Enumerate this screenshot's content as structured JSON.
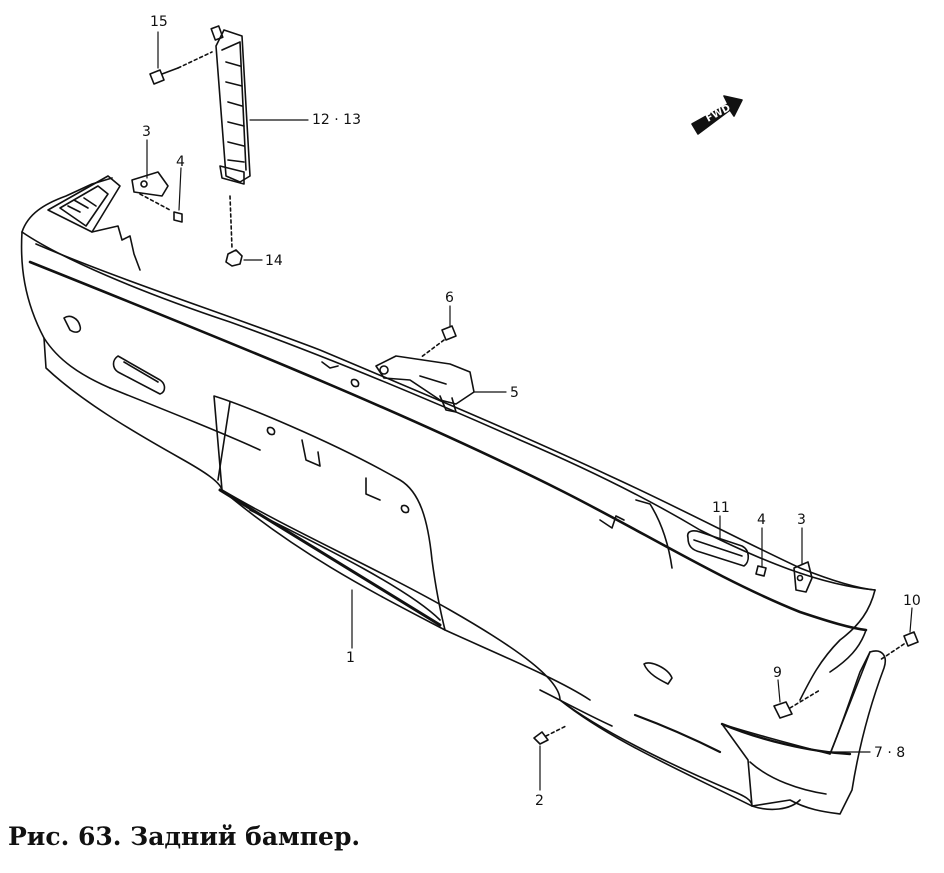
{
  "caption": "Рис. 63. Задний бампер.",
  "forward_marker": "FWD",
  "callouts": {
    "c15": "15",
    "c12_13": "12 · 13",
    "c14": "14",
    "c3_left": "3",
    "c4_left": "4",
    "c6": "6",
    "c5": "5",
    "c1": "1",
    "c11": "11",
    "c4_right": "4",
    "c3_right": "3",
    "c10": "10",
    "c9": "9",
    "c7_8": "7 · 8",
    "c2": "2"
  },
  "colors": {
    "ink": "#111111",
    "paper": "#ffffff"
  }
}
